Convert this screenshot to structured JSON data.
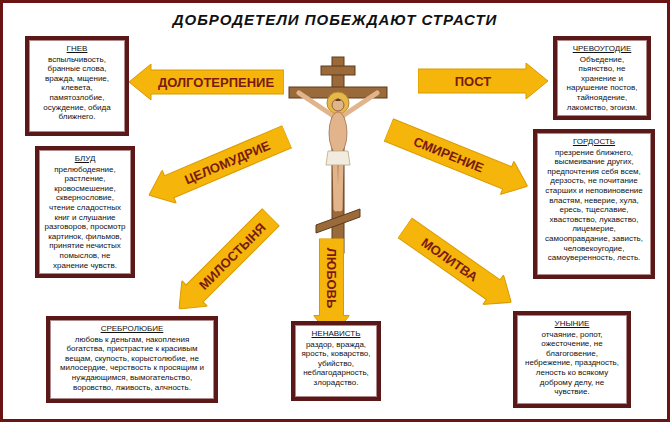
{
  "diagram": {
    "title": "ДОБРОДЕТЕЛИ ПОБЕЖДАЮТ СТРАСТИ",
    "nodes": [
      {
        "text": [
          "ГНЕВ",
          "вспыльчивость, бранные слова, вражда, мщение, клевета, памятозлобие, осуждение, обида ближнего."
        ]
      },
      {
        "text": [
          "ДОЛГОТЕРПЕНИЕ"
        ]
      },
      {
        "text": [
          "ПОСТ"
        ]
      },
      {
        "text": [
          "ЧРЕВОУГОДИЕ",
          "Объедение, пьянство, не хранение и нарушение постов, тайноядение, лакомство, эгоизм."
        ]
      },
      {
        "text": [
          "ЦЕЛОМУДРИЕ"
        ]
      },
      {
        "text": [
          "БЛУД",
          "прелюбодеяние, растление, кровосмешение, сквернословие, чтение сладостных книг и слушание разговоров, просмотр картинок, фильмов, принятие нечистых помыслов, не хранение чувств."
        ]
      },
      {
        "text": [
          "СМИРЕНИЕ"
        ]
      },
      {
        "text": [
          "ГОРДОСТЬ",
          "презрение ближнего, высмеивание других, предпочтения себя всем, дерзость, не почитание старших и неповиновение властям, неверие, хула, ересь, тщеславие, хвастовство, лукавство, лицемерие, самооправдание, зависть, человекоугодие, самоуверенность, лесть."
        ]
      },
      {
        "text": [
          "МИЛОСТЫНЯ"
        ]
      },
      {
        "text": [
          "ЛЮБОВЬ"
        ]
      },
      {
        "text": [
          "МОЛИТВА"
        ]
      },
      {
        "text": [
          "СРЕБРОЛЮБИЕ",
          "любовь к деньгам, накопления богатства, пристрастие к красивым вещам, скупость, корыстолюбие, не милосердие, черствость к просящим и нуждающимся, вымогательство, воровство, лживость, алчность."
        ]
      },
      {
        "text": [
          "НЕНАВИСТЬ",
          "раздор, вражда, ярость, коварство, убийство, неблагодарность, злорадство."
        ]
      },
      {
        "text": [
          "УНЫНИЕ",
          "отчаяние, ропот, ожесточение, не благоговение, небрежение, праздность, леность ко всякому доброму делу, не чувствие."
        ]
      }
    ]
  }
}
